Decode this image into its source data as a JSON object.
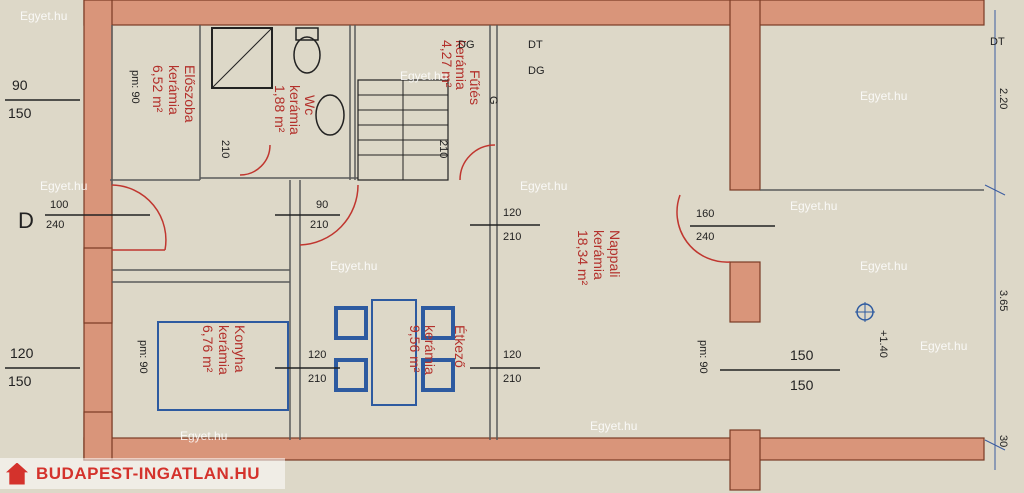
{
  "rooms": {
    "eloszoba": {
      "name": "Előszoba",
      "floor": "kerámia",
      "area": "6,52 m²",
      "pm": "pm: 90"
    },
    "wc": {
      "name": "Wc",
      "floor": "kerámia",
      "area": "1,88 m²"
    },
    "futes": {
      "name": "Fűtés",
      "floor": "kerámia",
      "area": "4,27 m²"
    },
    "nappali": {
      "name": "Nappali",
      "floor": "kerámia",
      "area": "18,34 m²",
      "pm": "pm: 90"
    },
    "konyha": {
      "name": "Konyha",
      "floor": "kerámia",
      "area": "6,76 m²",
      "pm": "pm: 90"
    },
    "etkezo": {
      "name": "Étkező",
      "floor": "kerámia",
      "area": "9,56 m²"
    }
  },
  "openings": {
    "left_top": [
      "90",
      "150"
    ],
    "entrance": [
      "100",
      "240"
    ],
    "entrance_mark": "D",
    "wc_door": "210",
    "futes_door": "210",
    "hall_door": [
      "90",
      "210"
    ],
    "mid_top": [
      "120",
      "210"
    ],
    "mid_bottom": [
      "120",
      "210"
    ],
    "konyha_door": [
      "120",
      "210"
    ],
    "left_bottom": [
      "120",
      "150"
    ],
    "terrace_door": [
      "160",
      "240"
    ],
    "terrace_window": [
      "150",
      "150"
    ]
  },
  "labels": {
    "dt1": "DT",
    "dg1": "DG",
    "dt2": "DT",
    "dg2": "DG",
    "g": "G",
    "level": "+1.40"
  },
  "dimensions": {
    "d1": "2.20",
    "d2": "3.65",
    "d3": "30"
  },
  "watermark": "Egyet.hu",
  "brand": "BUDAPEST-INGATLAN.HU"
}
